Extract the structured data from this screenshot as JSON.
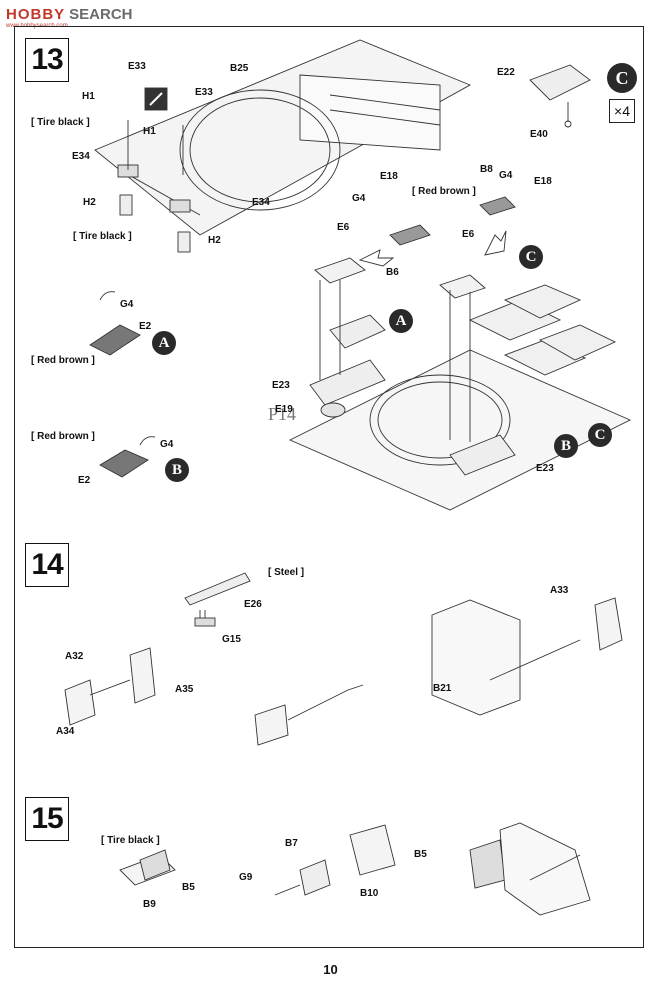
{
  "watermark": {
    "logo": "HOBBY",
    "search": "SEARCH",
    "sub": "www.hobbysearch.com"
  },
  "page_number": "10",
  "steps": [
    {
      "number": "13"
    },
    {
      "number": "14"
    },
    {
      "number": "15"
    }
  ],
  "qty": "×4",
  "subassembly_markers": {
    "a": "A",
    "b": "B",
    "c": "C"
  },
  "color_notes": {
    "tire_black": "[ Tire black ]",
    "red_brown": "[ Red brown ]",
    "steel": "[ Steel ]"
  },
  "stray_mark": "P14",
  "parts": {
    "E33": "E33",
    "H1": "H1",
    "E34": "E34",
    "H2": "H2",
    "B25": "B25",
    "E22": "E22",
    "E40": "E40",
    "E18": "E18",
    "G4": "G4",
    "B8": "B8",
    "E6": "E6",
    "B6": "B6",
    "E2": "E2",
    "E23": "E23",
    "E19": "E19",
    "E26": "E26",
    "G15": "G15",
    "A33": "A33",
    "A32": "A32",
    "A35": "A35",
    "A34": "A34",
    "B21": "B21",
    "B7": "B7",
    "B5": "B5",
    "G9": "G9",
    "B10": "B10",
    "B9": "B9"
  }
}
